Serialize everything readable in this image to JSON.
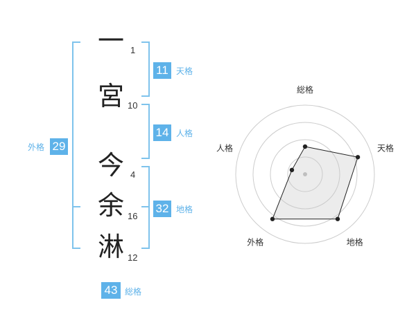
{
  "name": {
    "characters": [
      {
        "char": "一",
        "strokes": "1"
      },
      {
        "char": "宮",
        "strokes": "10"
      },
      {
        "char": "今",
        "strokes": "4"
      },
      {
        "char": "余",
        "strokes": "16"
      },
      {
        "char": "淋",
        "strokes": "12"
      }
    ]
  },
  "kaku": {
    "ten": {
      "value": "11",
      "label": "天格"
    },
    "jin": {
      "value": "14",
      "label": "人格"
    },
    "chi": {
      "value": "32",
      "label": "地格"
    },
    "gai": {
      "value": "29",
      "label": "外格"
    },
    "sou": {
      "value": "43",
      "label": "総格"
    }
  },
  "colors": {
    "accent": "#5eb2e9",
    "bracket": "#7ec3ec",
    "text": "#222222"
  },
  "chart_data": {
    "type": "radar",
    "axes": [
      "総格",
      "天格",
      "地格",
      "外格",
      "人格"
    ],
    "values": [
      2,
      4,
      4,
      4,
      1
    ],
    "range": [
      0,
      5
    ],
    "rings": 4,
    "grid": true
  }
}
